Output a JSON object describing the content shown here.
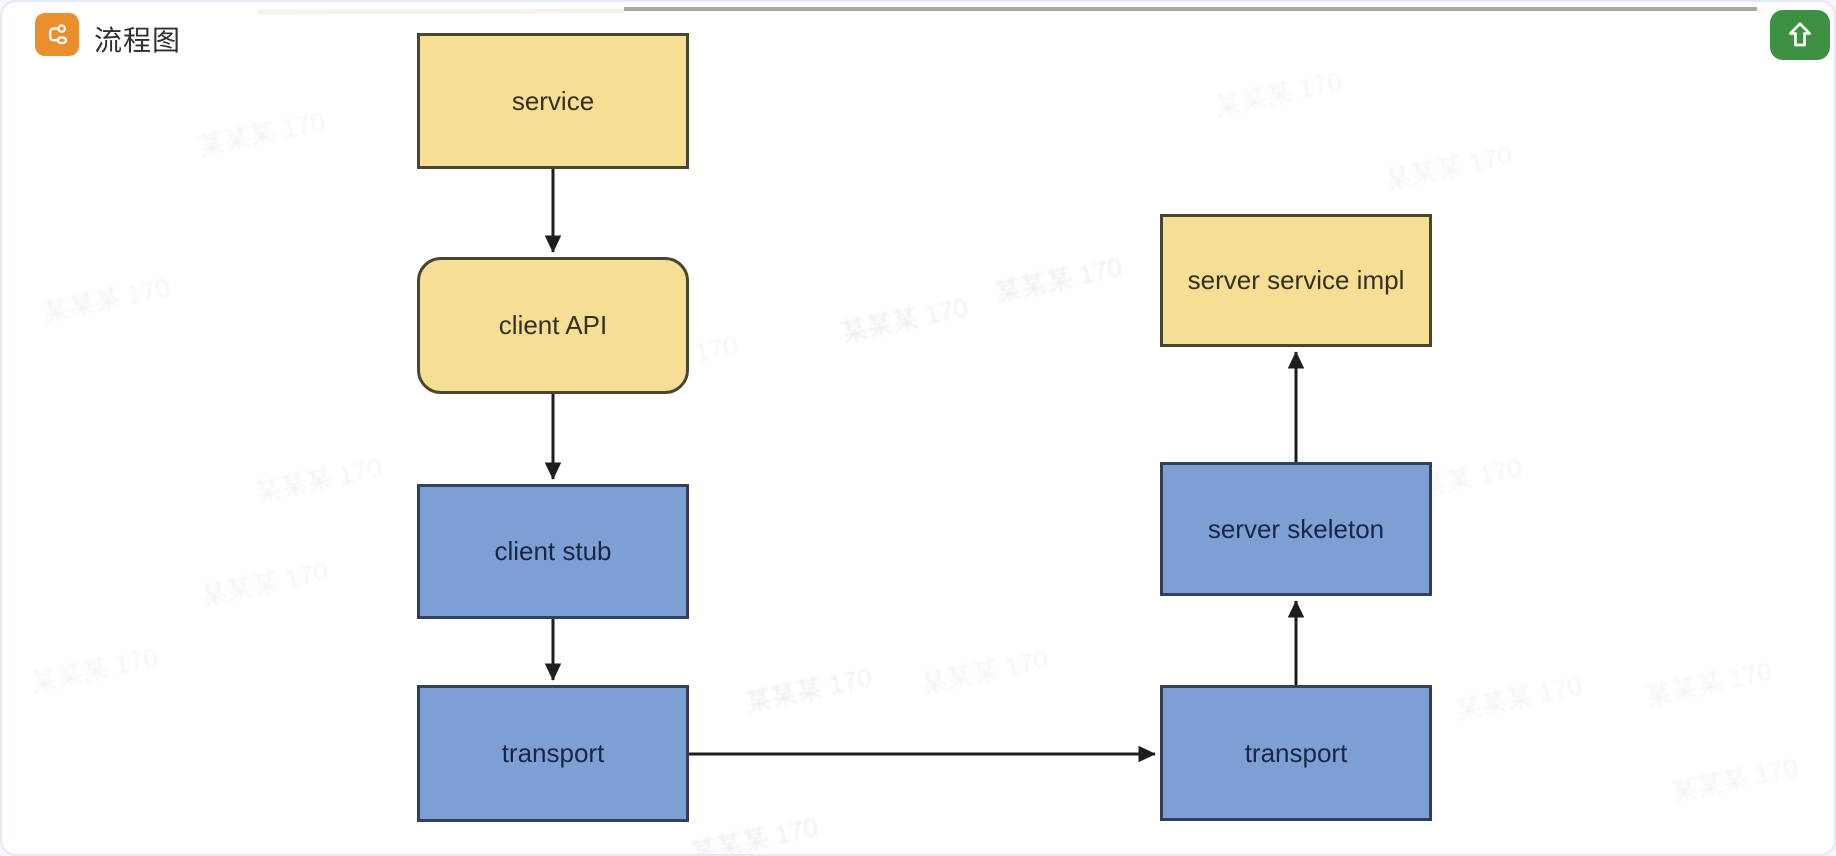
{
  "header": {
    "title": "流程图",
    "icon": "flowchart-icon"
  },
  "toolbar": {
    "expand_button_icon": "up-arrow-icon"
  },
  "diagram": {
    "nodes": [
      {
        "id": "service",
        "label": "service",
        "shape": "rect",
        "color": "yellow"
      },
      {
        "id": "client-api",
        "label": "client API",
        "shape": "rounded",
        "color": "yellow"
      },
      {
        "id": "client-stub",
        "label": "client stub",
        "shape": "rect",
        "color": "blue"
      },
      {
        "id": "transport-left",
        "label": "transport",
        "shape": "rect",
        "color": "blue"
      },
      {
        "id": "server-service-impl",
        "label": "server service impl",
        "shape": "rect",
        "color": "yellow"
      },
      {
        "id": "server-skeleton",
        "label": "server skeleton",
        "shape": "rect",
        "color": "blue"
      },
      {
        "id": "transport-right",
        "label": "transport",
        "shape": "rect",
        "color": "blue"
      }
    ],
    "edges": [
      {
        "from": "service",
        "to": "client-api"
      },
      {
        "from": "client-api",
        "to": "client-stub"
      },
      {
        "from": "client-stub",
        "to": "transport-left"
      },
      {
        "from": "transport-left",
        "to": "transport-right"
      },
      {
        "from": "transport-right",
        "to": "server-skeleton"
      },
      {
        "from": "server-skeleton",
        "to": "server-service-impl"
      }
    ],
    "watermark_text": "某某某 170"
  },
  "colors": {
    "node_yellow_fill": "#F6DF95",
    "node_yellow_stroke": "#49462F",
    "node_blue_fill": "#7E9FD4",
    "node_blue_stroke": "#32405B",
    "arrow": "#1E1E1E",
    "icon_orange": "#EB8F2D",
    "button_green": "#3E9142",
    "card_border": "#E2E8F8"
  }
}
